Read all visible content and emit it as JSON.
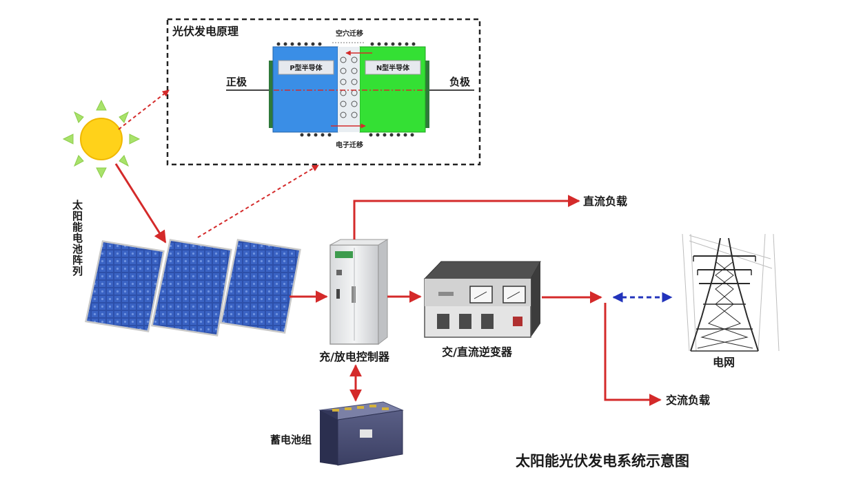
{
  "principle": {
    "title": "光伏发电原理",
    "p_label": "P型半导体",
    "n_label": "N型半导体",
    "positive": "正极",
    "negative": "负极",
    "hole_migration": "空穴迁移",
    "electron_migration": "电子迁移"
  },
  "components": {
    "solar_array": "太阳能电池阵列",
    "controller": "充/放电控制器",
    "inverter": "交/直流逆变器",
    "battery": "蓄电池组",
    "grid": "电网",
    "dc_load": "直流负载",
    "ac_load": "交流负载"
  },
  "caption": "太阳能光伏发电系统示意图",
  "colors": {
    "arrow_red": "#d42a2a",
    "grid_arrow_blue": "#2233bb",
    "p_type": "#3a8ee6",
    "n_type": "#34e034",
    "sun": "#ffd21a",
    "sun_rays": "#a8e26a",
    "panel": "#2d4fa8"
  }
}
